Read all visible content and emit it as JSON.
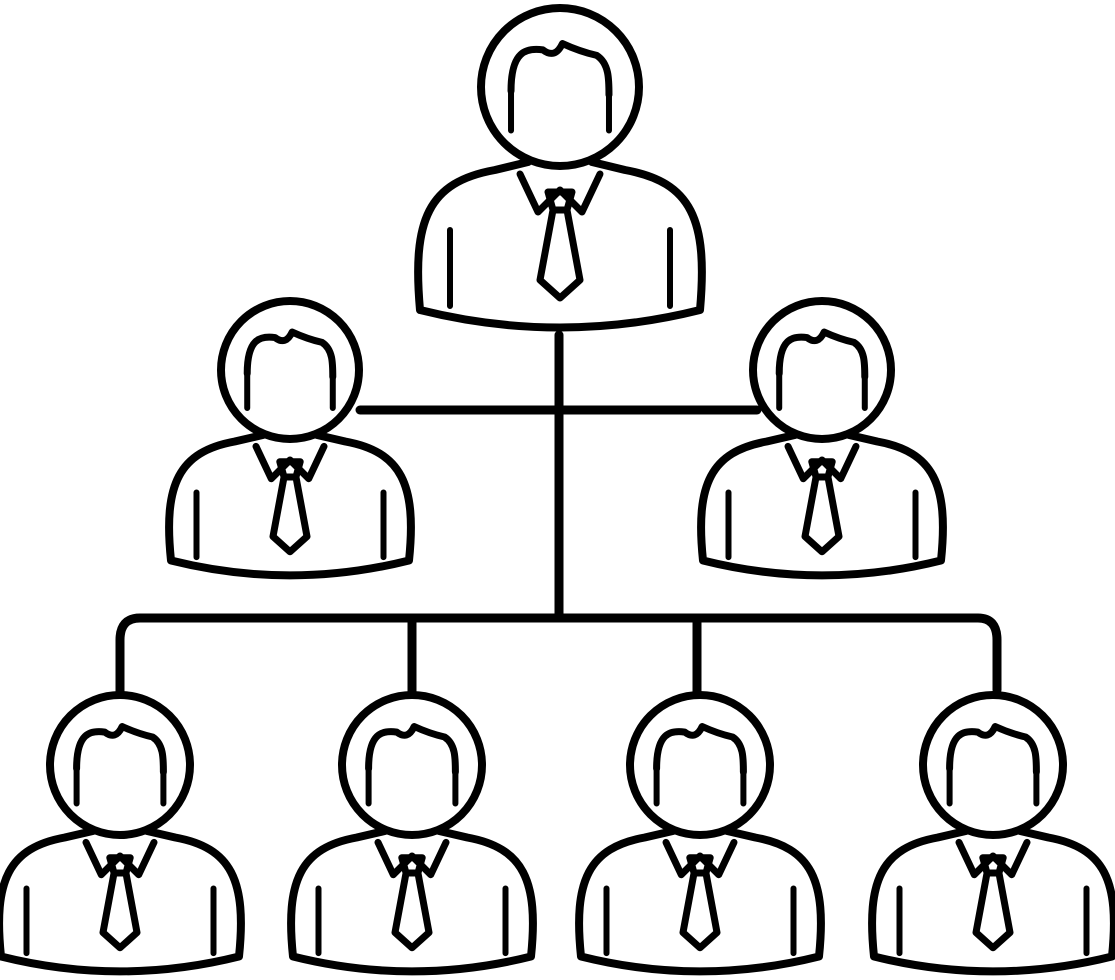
{
  "diagram": {
    "style": "hand-drawn line art",
    "colors": {
      "ink": "#000000",
      "background": "#ffffff"
    },
    "levels": [
      {
        "level": 1,
        "people": 1
      },
      {
        "level": 2,
        "people": 2
      },
      {
        "level": 3,
        "people": 4
      }
    ],
    "people": [
      {
        "id": "p1",
        "level": 1,
        "icon": "person-with-tie-icon"
      },
      {
        "id": "p2",
        "level": 2,
        "icon": "person-with-tie-icon"
      },
      {
        "id": "p3",
        "level": 2,
        "icon": "person-with-tie-icon"
      },
      {
        "id": "p4",
        "level": 3,
        "icon": "person-with-tie-icon"
      },
      {
        "id": "p5",
        "level": 3,
        "icon": "person-with-tie-icon"
      },
      {
        "id": "p6",
        "level": 3,
        "icon": "person-with-tie-icon"
      },
      {
        "id": "p7",
        "level": 3,
        "icon": "person-with-tie-icon"
      }
    ],
    "connections": [
      {
        "from": "p1",
        "to": "p2"
      },
      {
        "from": "p1",
        "to": "p3"
      },
      {
        "from": "p1",
        "to": "p4"
      },
      {
        "from": "p1",
        "to": "p5"
      },
      {
        "from": "p1",
        "to": "p6"
      },
      {
        "from": "p1",
        "to": "p7"
      }
    ]
  }
}
